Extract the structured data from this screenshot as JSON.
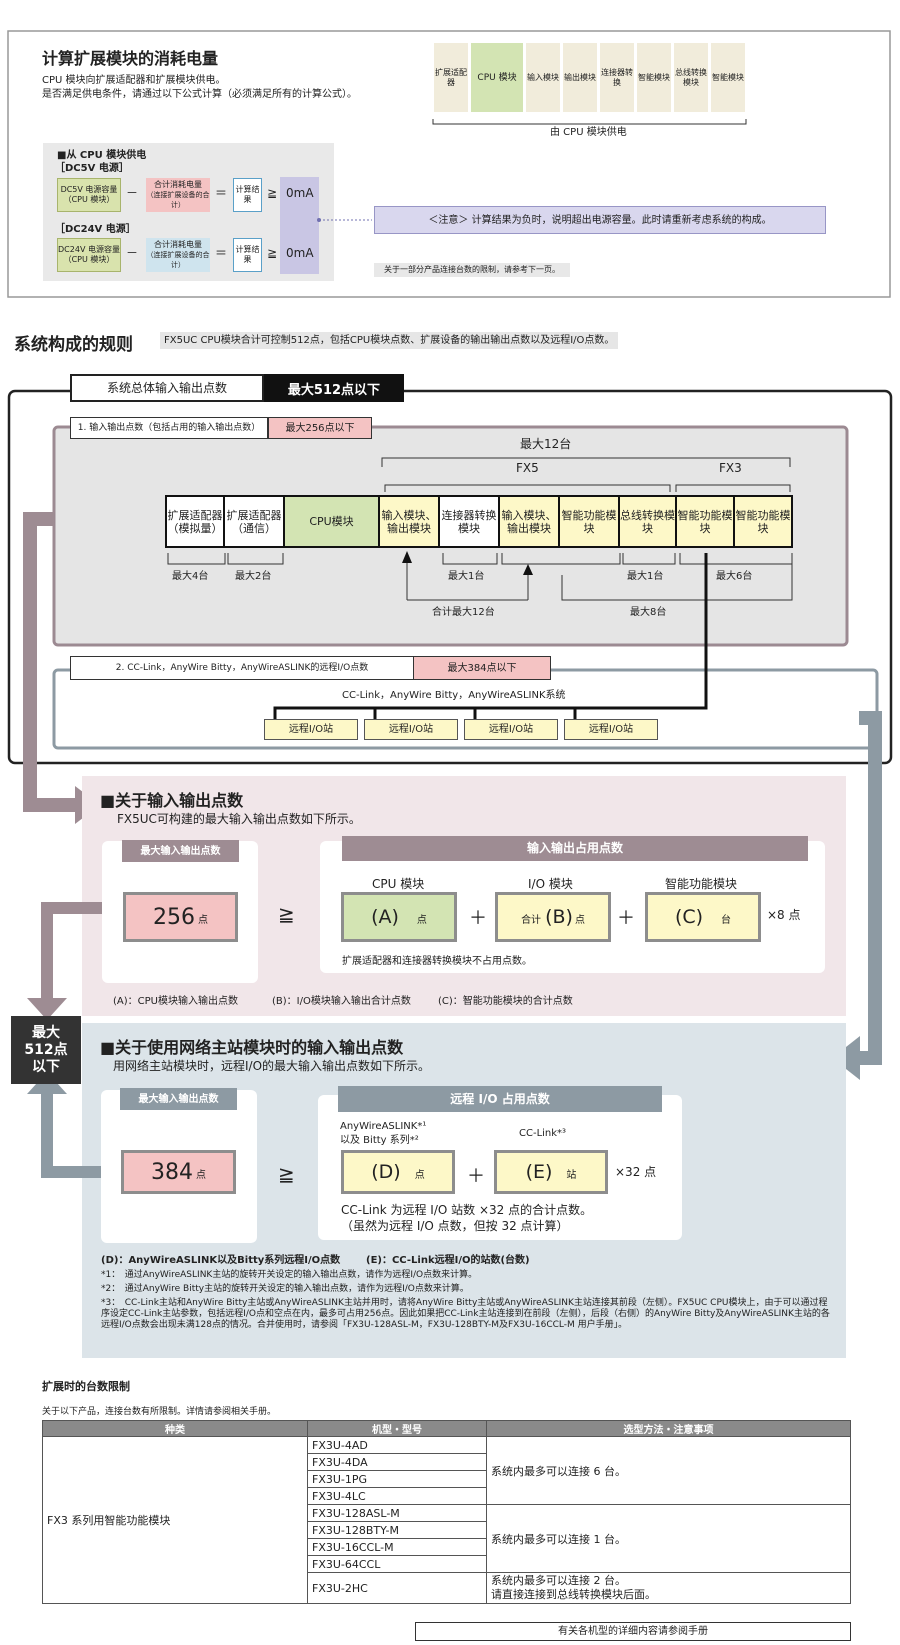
{
  "power": {
    "title": "计算扩展模块的消耗电量",
    "desc1": "CPU 模块向扩展适配器和扩展模块供电。",
    "desc2": "是否满足供电条件，请通过以下公式计算（必须满足所有的计算公式）。",
    "bar_modules": [
      "扩展适配器",
      "CPU 模块",
      "输入模块",
      "输出模块",
      "连接器转换",
      "智能模块",
      "总线转换模块",
      "智能模块"
    ],
    "bar_caption": "由 CPU 模块供电",
    "from_cpu": "■从 CPU 模块供电",
    "dc5v_label": "［DC5V 电源］",
    "dc24v_label": "［DC24V 电源］",
    "dc5v_capacity": "DC5V 电源容量（CPU 模块）",
    "dc24v_capacity": "DC24V 电源容量（CPU 模块）",
    "minus": "－",
    "consumption": "合计消耗电量",
    "consumption_sub": "（连接扩展设备的合计）",
    "equals": "＝",
    "calc_result": "计算结果",
    "gte": "≧",
    "zero": "0mA",
    "note": "＜注意＞ 计算结果为负时，说明超出电源容量。此时请重新考虑系统的构成。",
    "limit_note": "关于一部分产品连接台数的限制，请参考下一页。"
  },
  "rules": {
    "title": "系统构成的规则",
    "subtitle": "FX5UC CPU模块合计可控制512点，包括CPU模块点数、扩展设备的输出输出点数以及远程I/O点数。",
    "total_io_label": "系统总体输入输出点数",
    "total_io_max": "最大512点以下",
    "sec1_label": "1. 输入输出点数（包括占用的输入输出点数）",
    "sec1_max": "最大256点以下",
    "max12": "最大12台",
    "fx5": "FX5",
    "fx3": "FX3",
    "modules": [
      "扩展适配器（模拟量）",
      "扩展适配器（通信）",
      "CPU模块",
      "输入模块、输出模块",
      "连接器转换模块",
      "输入模块、输出模块",
      "智能功能模块",
      "总线转换模块",
      "智能功能模块",
      "智能功能模块"
    ],
    "limit_max4": "最大4台",
    "limit_max2": "最大2台",
    "limit_max1a": "最大1台",
    "limit_max1b": "最大1台",
    "limit_max6": "最大6台",
    "total_max12": "合计最大12台",
    "max8": "最大8台",
    "sec2_label": "2. CC-Link，AnyWire Bitty，AnyWireASLINK的远程I/O点数",
    "sec2_max": "最大384点以下",
    "network_label": "CC-Link，AnyWire Bitty，AnyWireASLINK系统",
    "remote_station": "远程I/O站",
    "side_max": "最大512点以下"
  },
  "io_points": {
    "title": "■关于输入输出点数",
    "desc": "FX5UC可构建的最大输入输出点数如下所示。",
    "max_header": "最大输入输出点数",
    "occupied_header": "输入输出占用点数",
    "max_value": "256",
    "unit_pt": "点",
    "unit_set": "台",
    "gte": "≧",
    "plus": "＋",
    "col_cpu": "CPU 模块",
    "col_io": "I/O 模块",
    "col_intel": "智能功能模块",
    "a": "(A)",
    "b": "(B)",
    "c": "(C)",
    "total": "合计",
    "x8": "×8 点",
    "no_occupy": "扩展适配器和连接器转换模块不占用点数。",
    "legend_a": "(A)：CPU模块输入输出点数",
    "legend_b": "(B)：I/O模块输入输出合计点数",
    "legend_c": "(C)：智能功能模块的合计点数"
  },
  "network": {
    "title": "■关于使用网络主站模块时的输入输出点数",
    "desc": "用网络主站模块时，远程I/O的最大输入输出点数如下所示。",
    "max_header": "最大输入输出点数",
    "remote_header": "远程 I/O 占用点数",
    "max_value": "384",
    "unit_pt": "点",
    "unit_station": "站",
    "gte": "≧",
    "plus": "＋",
    "anywire_label": "AnyWireASLINK*¹",
    "bitty_label": "以及 Bitty 系列*²",
    "cclink_label": "CC-Link*³",
    "d": "(D)",
    "e": "(E)",
    "x32": "×32 点",
    "note1": "CC-Link 为远程 I/O 站数 ×32 点的合计点数。",
    "note2": "（虽然为远程 I/O 点数，但按 32 点计算）",
    "legend_d": "(D)：AnyWireASLINK以及Bitty系列远程I/O点数",
    "legend_e": "(E)：CC-Link远程I/O的站数(台数)",
    "fn1": "*1：　通过AnyWireASLINK主站的旋转开关设定的输入输出点数，请作为远程I/O点数来计算。",
    "fn2": "*2：　通过AnyWire Bitty主站的旋转开关设定的输入输出点数，请作为远程I/O点数来计算。",
    "fn3": "*3：　CC-Link主站和AnyWire Bitty主站或AnyWireASLINK主站并用时，请将AnyWire Bitty主站或AnyWireASLINK主站连接其前段（左侧）。FX5UC CPU模块上，由于可以通过程序设定CC-Link主站参数，包括远程I/O点和空点在内，最多可占用256点。因此如果把CC-Link主站连接到在前段（左侧），后段（右侧）的AnyWire Bitty及AnyWireASLINK主站的各远程I/O点数会出现未满128点的情况。合并使用时，请参阅「FX3U-128ASL-M，FX3U-128BTY-M及FX3U-16CCL-M 用户手册」。"
  },
  "limits": {
    "title": "扩展时的台数限制",
    "desc": "关于以下产品，连接台数有所限制。详情请参阅相关手册。",
    "headers": [
      "种类",
      "机型・型号",
      "选型方法・注意事项"
    ],
    "category": "FX3 系列用智能功能模块",
    "group1": [
      "FX3U-4AD",
      "FX3U-4DA",
      "FX3U-1PG",
      "FX3U-4LC"
    ],
    "group1_note": "系统内最多可以连接 6 台。",
    "group2": [
      "FX3U-128ASL-M",
      "FX3U-128BTY-M",
      "FX3U-16CCL-M",
      "FX3U-64CCL"
    ],
    "group2_note": "系统内最多可以连接 1 台。",
    "group3": [
      "FX3U-2HC"
    ],
    "group3_note1": "系统内最多可以连接 2 台。",
    "group3_note2": "请直接连接到总线转换模块后面。",
    "footer": "有关各机型的详细内容请参阅手册"
  }
}
